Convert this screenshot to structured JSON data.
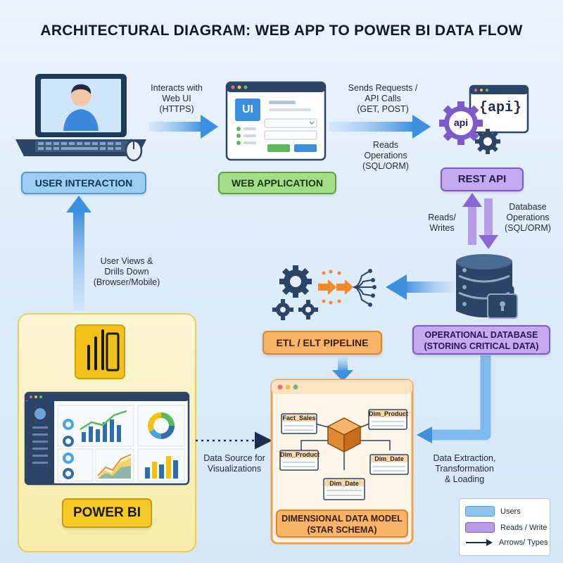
{
  "title": "ARCHITECTURAL DIAGRAM: WEB APP TO POWER BI DATA FLOW",
  "nodes": {
    "user": {
      "label": "USER INTERACTION"
    },
    "webapp": {
      "label": "WEB APPLICATION",
      "mock_badge": "UI"
    },
    "api": {
      "label": "REST API",
      "icon_text_1": "{api}",
      "icon_text_2": "api"
    },
    "db": {
      "label_line1": "OPERATIONAL DATABASE",
      "label_line2": "(STORING CRITICAL DATA)"
    },
    "etl": {
      "label": "ETL / ELT PIPELINE"
    },
    "model": {
      "label_line1": "DIMENSIONAL DATA MODEL",
      "label_line2": "(STAR SCHEMA)",
      "tables": [
        "Fact_Sales",
        "Dim_Product",
        "Dim_Product",
        "Dim_Date",
        "Dim_Date"
      ]
    },
    "powerbi": {
      "label": "POWER BI"
    }
  },
  "edges": {
    "user_to_web": [
      "Interacts with",
      "Web UI",
      "(HTTPS)"
    ],
    "web_to_api": [
      "Sends Requests /",
      "API Calls",
      "(GET, POST)"
    ],
    "reads_ops": [
      "Reads",
      "Operations",
      "(SQL/ORM)"
    ],
    "reads_writes": [
      "Reads/",
      "Writes"
    ],
    "db_ops": [
      "Database",
      "Operations",
      "(SQL/ORM)"
    ],
    "user_views": [
      "User Views &",
      "Drills Down",
      "(Browser/Mobile)"
    ],
    "data_source": [
      "Data Source for",
      "Visualizations"
    ],
    "extraction": [
      "Data Extraction,",
      "Transformation",
      "& Loading"
    ]
  },
  "legend": {
    "items": [
      {
        "label": "Users",
        "color": "#8cc4ee"
      },
      {
        "label": "Reads / Write",
        "color": "#b79de8"
      },
      {
        "label": "Arrows/ Types"
      }
    ]
  },
  "colors": {
    "arrow_blue": "#4a9be2",
    "arrow_purple": "#9a7ad8",
    "dotted": "#1f2d4a"
  }
}
